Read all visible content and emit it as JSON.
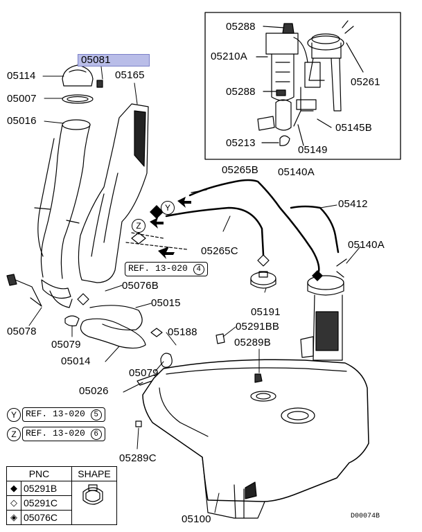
{
  "callouts": {
    "p05081": "05081",
    "p05165": "05165",
    "p05114": "05114",
    "p05007": "05007",
    "p05016": "05016",
    "p05078": "05078",
    "p05079a": "05079",
    "p05014": "05014",
    "p05079b": "05079",
    "p05026": "05026",
    "p05076b": "05076B",
    "p05015": "05015",
    "p05188": "05188",
    "p05265b": "05265B",
    "p05265c": "05265C",
    "p05412": "05412",
    "p05140a_mid": "05140A",
    "p05191": "05191",
    "p05291bb": "05291BB",
    "p05289b": "05289B",
    "p05289c": "05289C",
    "p05100": "05100",
    "p05140a_inset": "05140A"
  },
  "inset": {
    "p05288a": "05288",
    "p05210a": "05210A",
    "p05288b": "05288",
    "p05213": "05213",
    "p05149": "05149",
    "p05145b": "05145B",
    "p05261": "05261"
  },
  "refs": {
    "main_text": "REF. 13-020",
    "main_num": "4",
    "y_tag": "Y",
    "y_text": "REF. 13-020",
    "y_num": "5",
    "z_tag": "Z",
    "z_text": "REF. 13-020",
    "z_num": "6",
    "y_marker": "Y",
    "z_marker": "Z"
  },
  "legend": {
    "header_pnc": "PNC",
    "header_shape": "SHAPE",
    "rows": [
      {
        "symbol": "◆",
        "pnc": "05291B"
      },
      {
        "symbol": "◇",
        "pnc": "05291C"
      },
      {
        "symbol": "◈",
        "pnc": "05076C"
      }
    ]
  },
  "drawing_code": "D00074B"
}
